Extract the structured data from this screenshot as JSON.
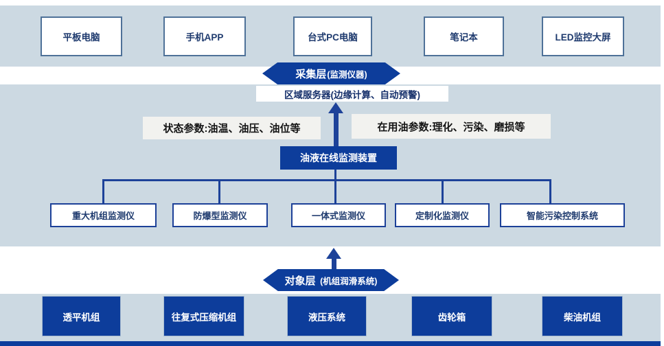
{
  "colors": {
    "band_bg": "#ccd9e2",
    "dark_blue_fill": "#0d3d9b",
    "connector_line": "#1d4299",
    "top_box_border": "#4e7198",
    "device_box_border": "#1c4098",
    "navy_text": "#1e3a6e",
    "param_label_bg": "#f2f2ef"
  },
  "display_layer": {
    "items": [
      {
        "label": "平板电脑"
      },
      {
        "label": "手机APP"
      },
      {
        "label": "台式PC电脑"
      },
      {
        "label": "笔记本"
      },
      {
        "label": "LED监控大屏"
      }
    ]
  },
  "collect_layer": {
    "badge_main": "采集层",
    "badge_sub": "(监测仪器)",
    "server_label": "区域服务器(边缘计算、自动预警)",
    "param_left": "状态参数:油温、油压、油位等",
    "param_right": "在用油参数:理化、污染、磨损等",
    "hub_label": "油液在线监测装置",
    "devices": [
      {
        "label": "重大机组监测仪"
      },
      {
        "label": "防爆型监测仪"
      },
      {
        "label": "一体式监测仪"
      },
      {
        "label": "定制化监测仪"
      },
      {
        "label": "智能污染控制系统"
      }
    ]
  },
  "object_layer": {
    "badge_main": "对象层",
    "badge_sub": "(机组润滑系统)",
    "items": [
      {
        "label": "透平机组"
      },
      {
        "label": "往复式压缩机组"
      },
      {
        "label": "液压系统"
      },
      {
        "label": "齿轮箱"
      },
      {
        "label": "柴油机组"
      }
    ]
  }
}
